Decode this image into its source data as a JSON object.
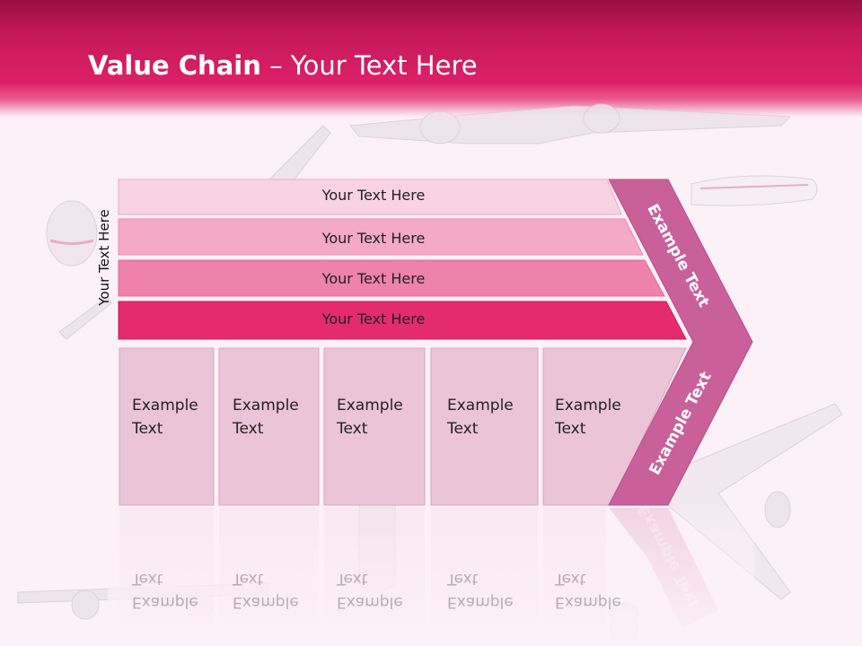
{
  "title": {
    "bold": "Value Chain",
    "rest": " – Your Text Here"
  },
  "side_label": "Your Text Here",
  "bars": [
    {
      "label": "Your Text Here",
      "color": "#f9d3e1"
    },
    {
      "label": "Your Text Here",
      "color": "#f4a9c6"
    },
    {
      "label": "Your Text Here",
      "color": "#ee82aa"
    },
    {
      "label": "Your Text Here",
      "color": "#e42c6c"
    }
  ],
  "boxes": [
    {
      "line1": "Example",
      "line2": "Text"
    },
    {
      "line1": "Example",
      "line2": "Text"
    },
    {
      "line1": "Example",
      "line2": "Text"
    },
    {
      "line1": "Example",
      "line2": "Text"
    },
    {
      "line1": "Example",
      "line2": "Text"
    }
  ],
  "chevron": {
    "upper_text": "Example Text",
    "lower_text": "Example Text",
    "color": "#c9609a"
  },
  "colors": {
    "header": "#dc2068",
    "box_fill": "#ebc4d8",
    "background": "#fcf1f6"
  }
}
